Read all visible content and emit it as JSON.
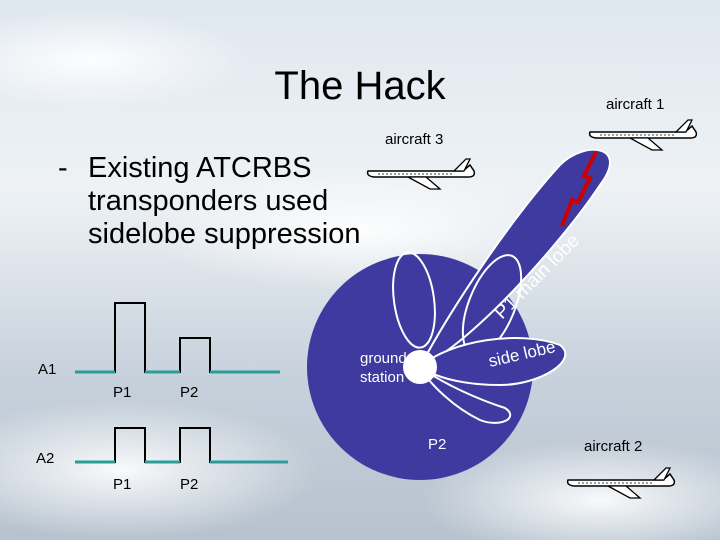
{
  "slide": {
    "title": "The Hack",
    "bullet": "Existing ATCRBS transponders used sidelobe suppression",
    "bullet_marker": "-"
  },
  "labels": {
    "aircraft1": "aircraft 1",
    "aircraft2": "aircraft 2",
    "aircraft3": "aircraft 3",
    "ground_station": "ground station",
    "main_lobe": "P1 main lobe",
    "side_lobe": "side lobe",
    "p2": "P2"
  },
  "signals": {
    "a1": {
      "name": "A1",
      "pulses": [
        "P1",
        "P2"
      ],
      "pulse_levels": [
        1.0,
        0.55
      ]
    },
    "a2": {
      "name": "A2",
      "pulses": [
        "P1",
        "P2"
      ],
      "pulse_levels": [
        0.55,
        0.55
      ]
    }
  },
  "colors": {
    "disc": "#3e3aa0",
    "lobe_outline": "#ffffff",
    "trace": "#2a9d9a",
    "pulse": "#000000",
    "beam": "#cc0000"
  },
  "icons": [
    "plane-icon",
    "lightning-icon"
  ]
}
